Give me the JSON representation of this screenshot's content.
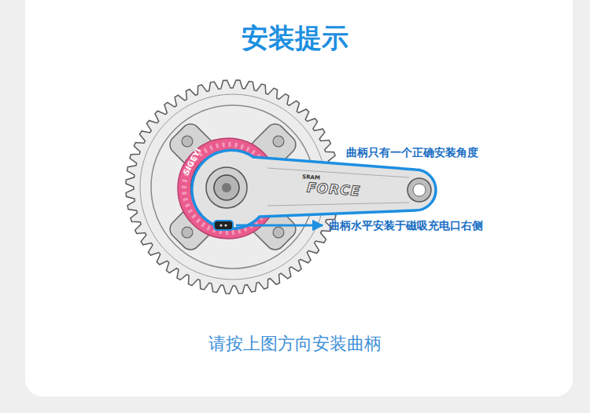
{
  "diagram": {
    "title": "安装提示",
    "caption": "请按上图方向安装曲柄",
    "labels": [
      "曲柄只有一个正确安装角度",
      "曲柄水平安装于磁吸充电口右侧",
      "SIGEYI",
      "SRAM",
      "FORCE"
    ]
  }
}
